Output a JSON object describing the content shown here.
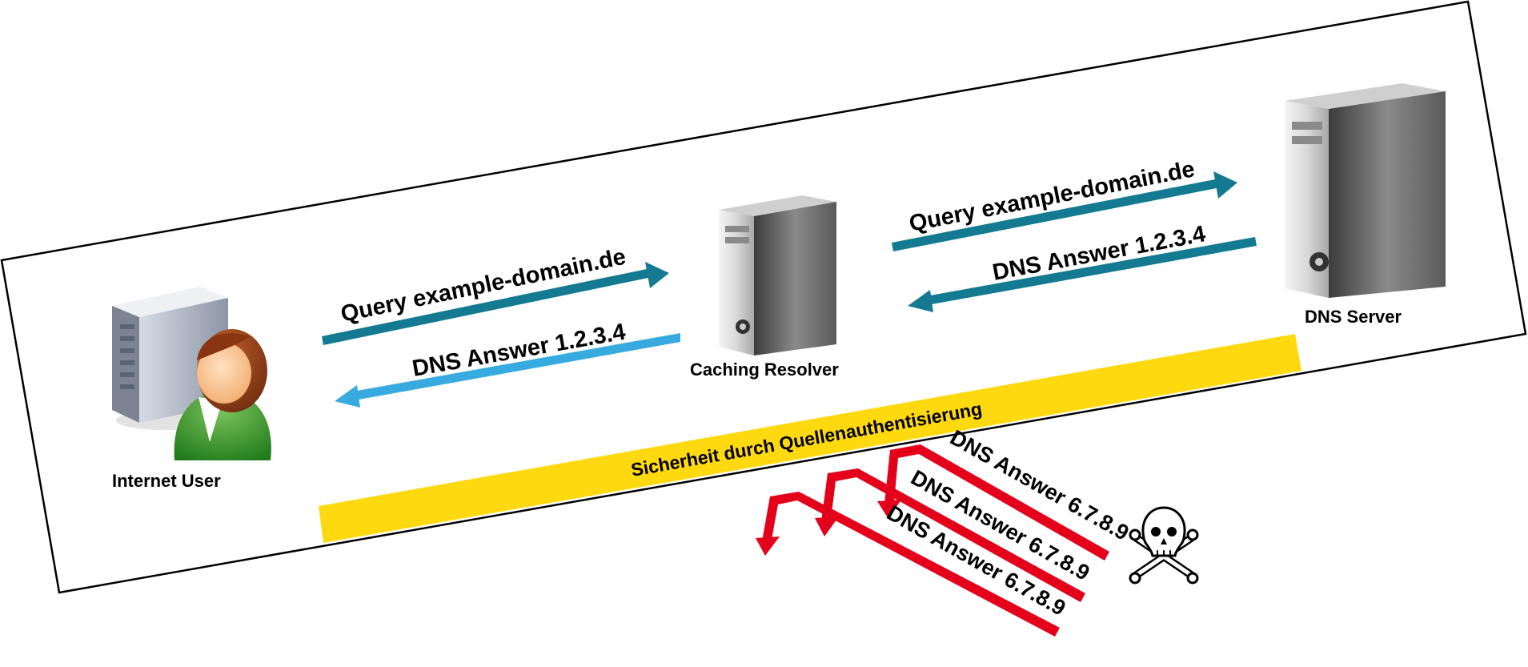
{
  "diagram": {
    "nodes": {
      "internet_user": "Internet User",
      "caching_resolver": "Caching Resolver",
      "dns_server": "DNS Server"
    },
    "messages": {
      "query_user_to_resolver": "Query example-domain.de",
      "answer_resolver_to_user": "DNS Answer 1.2.3.4",
      "query_resolver_to_server": "Query example-domain.de",
      "answer_server_to_resolver": "DNS Answer 1.2.3.4"
    },
    "security_band": "Sicherheit durch Quellenauthentisierung",
    "spoofed_answers": [
      "DNS Answer 6.7.8.9",
      "DNS Answer 6.7.8.9",
      "DNS Answer 6.7.8.9"
    ],
    "attacker_icon": "skull-crossbones-icon",
    "colors": {
      "query_arrow": "#137a91",
      "answer_arrow_user": "#37abe0",
      "answer_arrow_server": "#137a91",
      "security_band": "#ffd910",
      "spoofed_arrow": "#e4001a",
      "frame": "#000000"
    }
  }
}
